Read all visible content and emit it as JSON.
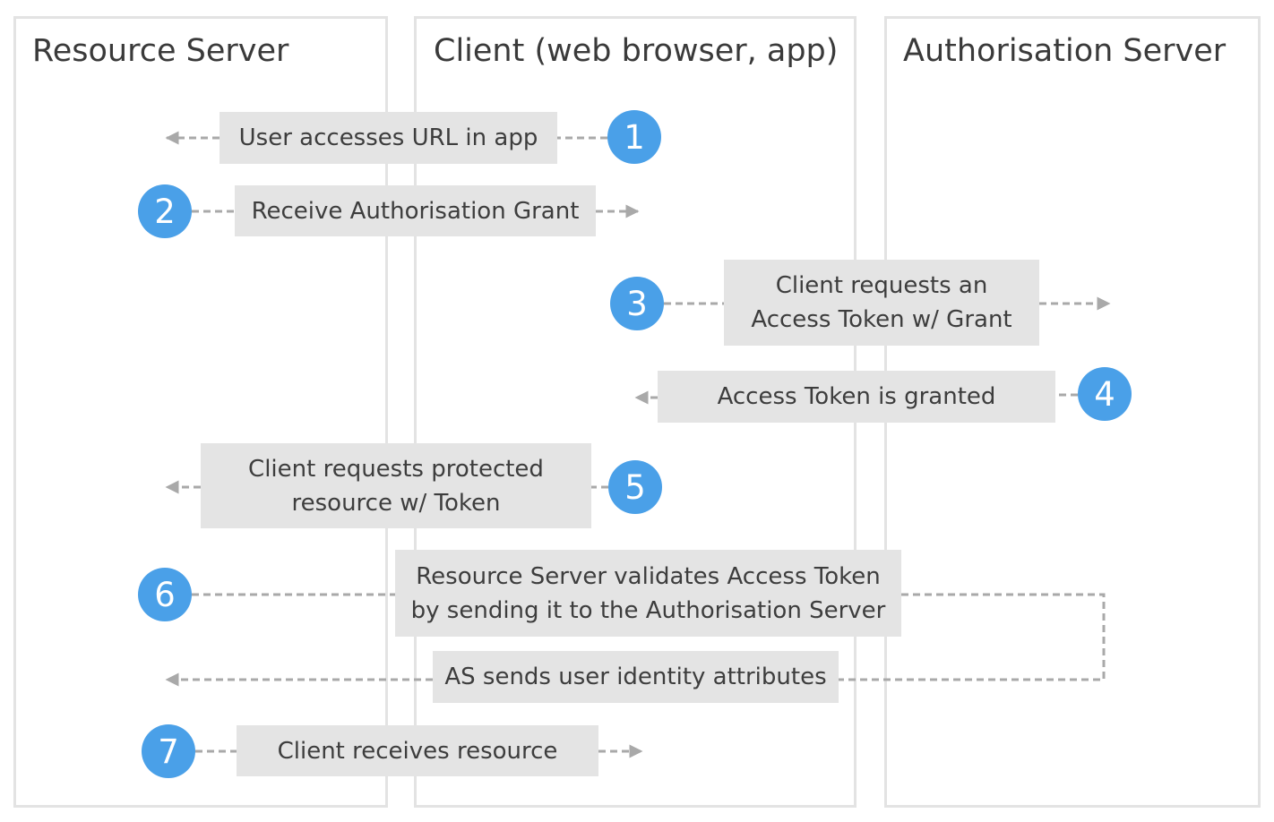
{
  "lanes": [
    {
      "title": "Resource Server"
    },
    {
      "title": "Client (web browser, app)"
    },
    {
      "title": "Authorisation Server"
    }
  ],
  "steps": [
    {
      "number": "1",
      "lines": [
        "User accesses URL in app"
      ]
    },
    {
      "number": "2",
      "lines": [
        "Receive Authorisation Grant"
      ]
    },
    {
      "number": "3",
      "lines": [
        "Client requests an",
        "Access Token w/ Grant"
      ]
    },
    {
      "number": "4",
      "lines": [
        "Access Token is granted"
      ]
    },
    {
      "number": "5",
      "lines": [
        "Client requests protected",
        "resource w/ Token"
      ]
    },
    {
      "number": "6",
      "lines": [
        "Resource Server validates Access Token",
        "by sending it to the Authorisation Server"
      ]
    },
    {
      "return_label": "AS sends user identity attributes"
    },
    {
      "number": "7",
      "lines": [
        "Client receives resource"
      ]
    }
  ],
  "colors": {
    "circle": "#4aa0e8",
    "box": "#e4e4e4",
    "connector": "#a9a9a9",
    "lane_border": "#e3e3e3"
  }
}
